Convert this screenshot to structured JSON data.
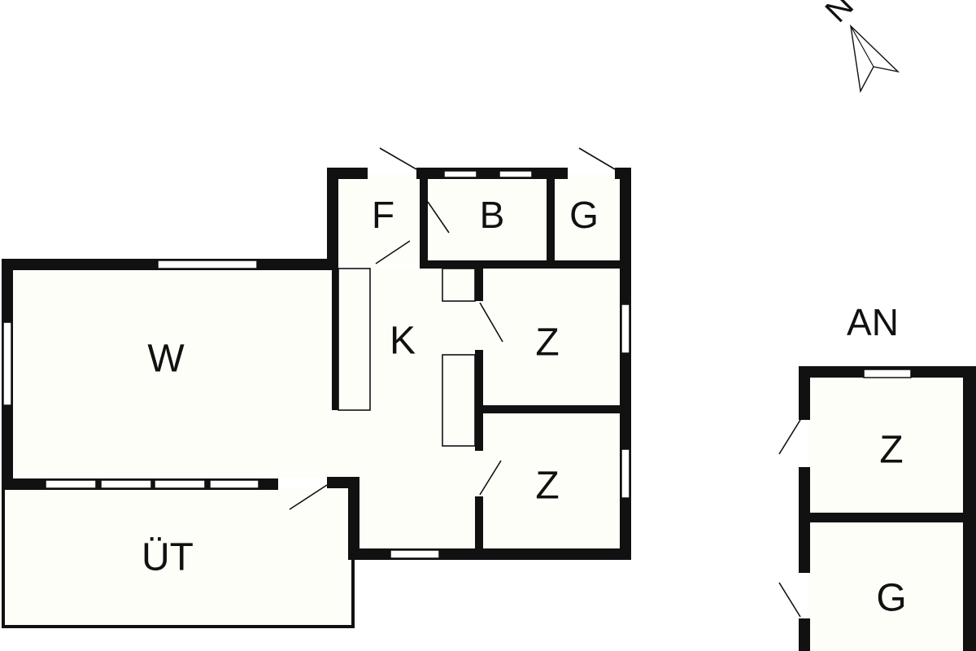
{
  "floor_plan": {
    "rooms": {
      "w": "W",
      "k": "K",
      "f": "F",
      "b": "B",
      "g_top": "G",
      "z_upper": "Z",
      "z_lower": "Z",
      "ut": "ÜT"
    },
    "annex": {
      "title": "AN",
      "z": "Z",
      "g": "G"
    },
    "compass": {
      "letter": "N"
    }
  },
  "colors": {
    "wall": "#111111",
    "floor": "#fefef9",
    "background": "#ffffff"
  }
}
